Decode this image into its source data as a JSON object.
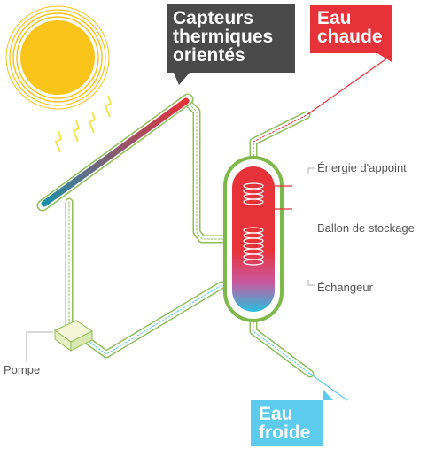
{
  "callouts": {
    "capteurs": {
      "line1": "Capteurs",
      "line2": "thermiques",
      "line3": "orientés"
    },
    "eau_chaude": {
      "line1": "Eau",
      "line2": "chaude"
    },
    "eau_froide": {
      "line1": "Eau",
      "line2": "froide"
    }
  },
  "labels": {
    "energie_appoint": "Énergie d'appoint",
    "ballon_stockage": "Ballon de stockage",
    "echangeur": "Échangeur",
    "pompe": "Pompe"
  },
  "colors": {
    "callout_dark": "#4a4a4a",
    "hot": "#e8323a",
    "cold": "#5ccbee",
    "pipe_outline": "#8fbf5a",
    "sun": "#fbc41b"
  }
}
